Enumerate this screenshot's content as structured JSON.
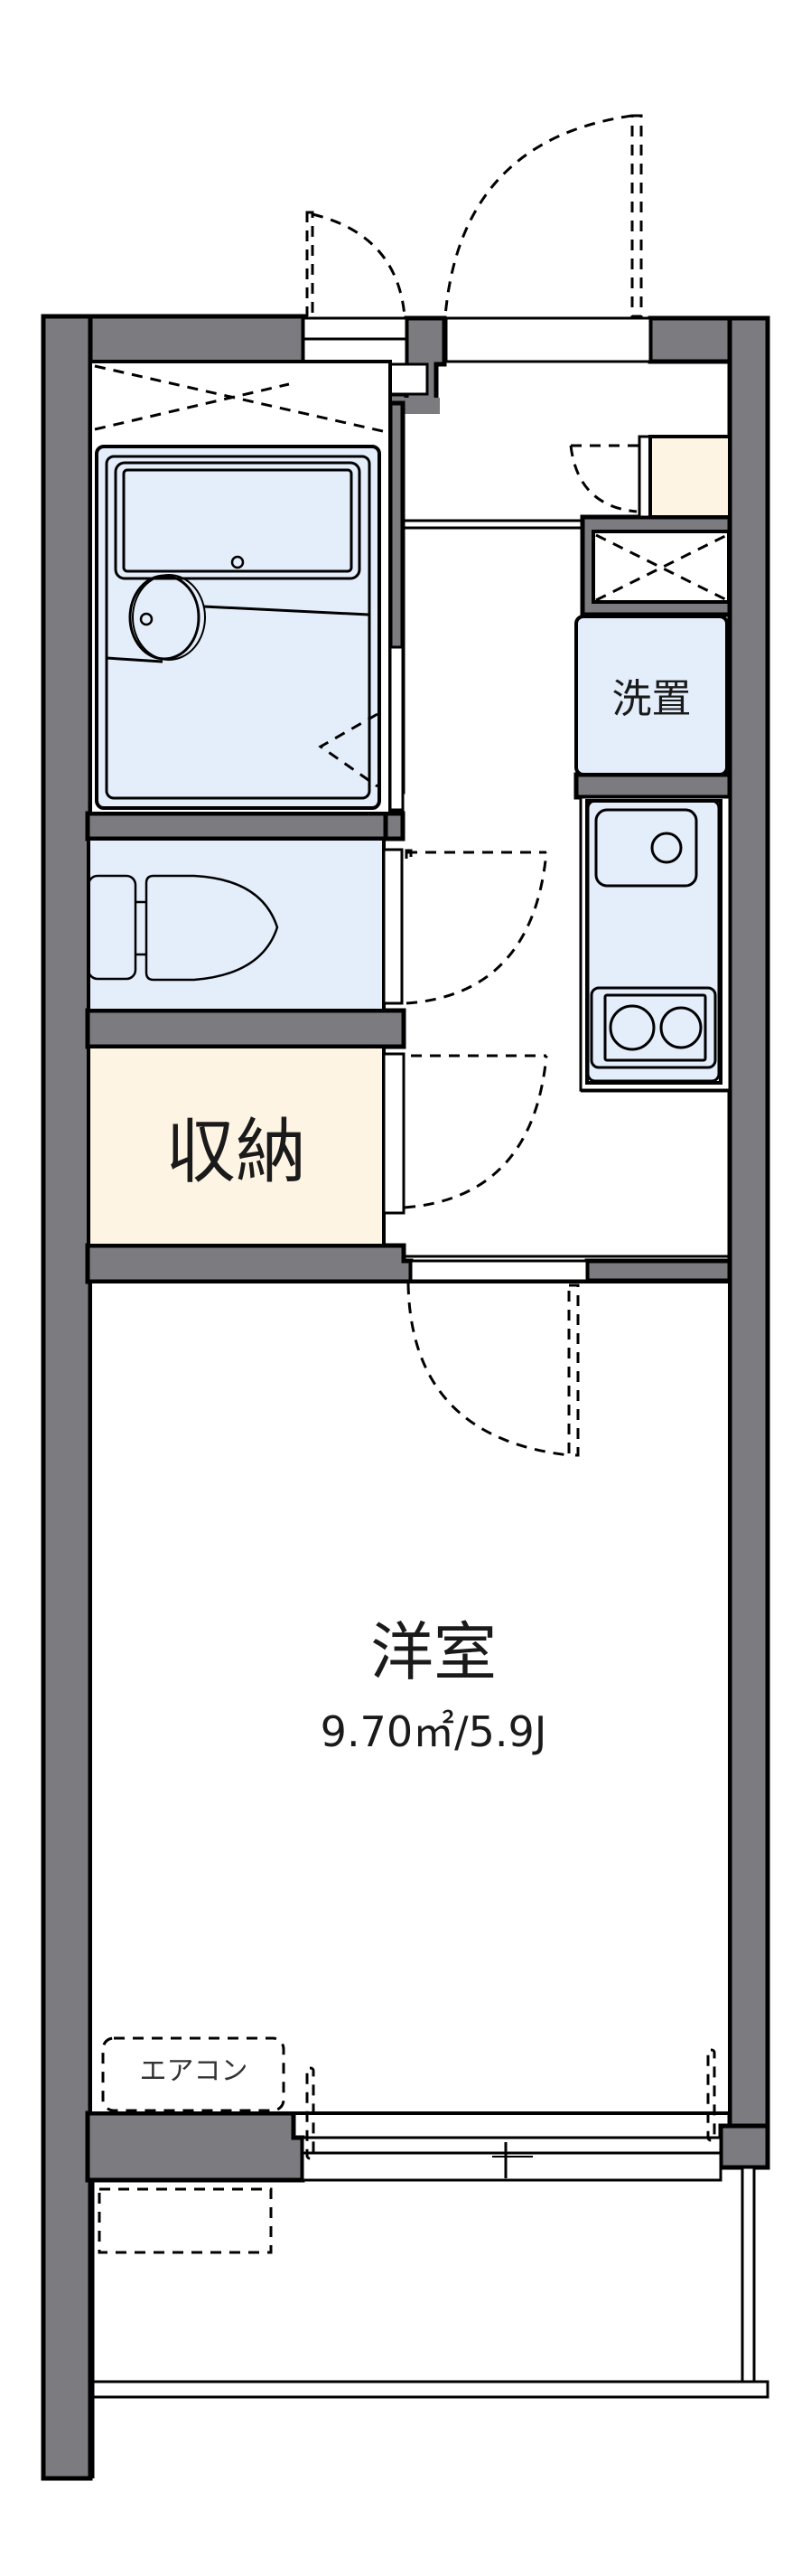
{
  "floorplan": {
    "rooms": {
      "storage": {
        "label": "収納"
      },
      "washer": {
        "label": "洗置"
      },
      "western_room": {
        "label": "洋室",
        "area": "9.70㎡/5.9J"
      },
      "air_conditioner": {
        "label": "エアコン"
      }
    },
    "colors": {
      "wall": "#7c7b80",
      "outline": "#000000",
      "wet_area_fill": "#e4eefb",
      "storage_fill": "#fef4e3",
      "background": "#ffffff"
    }
  }
}
